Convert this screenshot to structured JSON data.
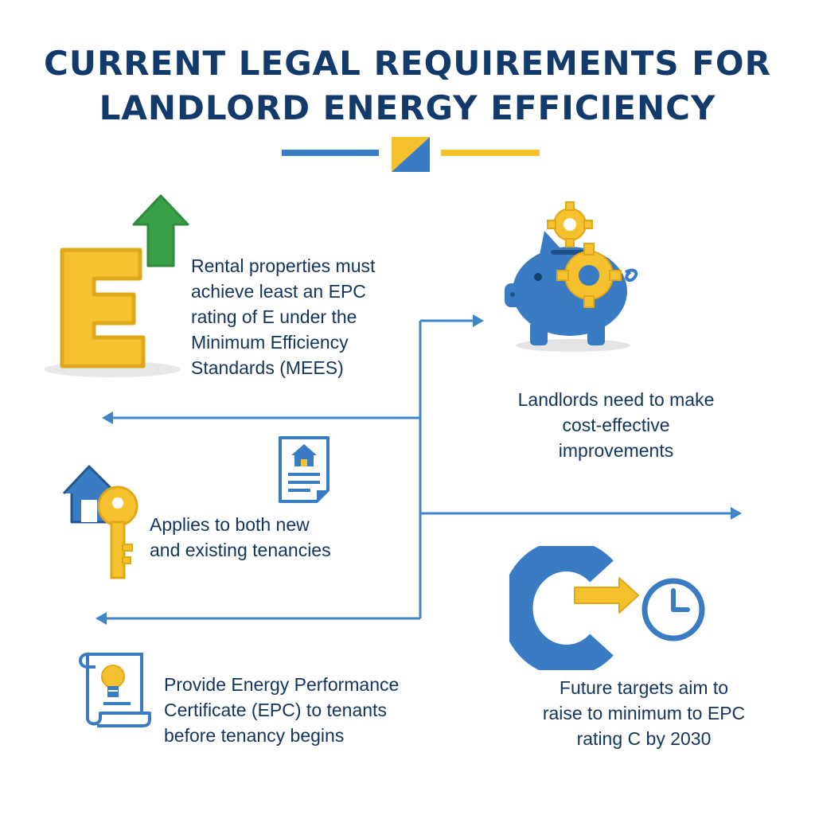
{
  "title": {
    "line1": "CURRENT LEGAL REQUIREMENTS FOR",
    "line2": "LANDLORD ENERGY EFFICIENCY"
  },
  "colors": {
    "navy": "#123a6b",
    "blue": "#3a7cc3",
    "yellow": "#f5c12e",
    "green": "#3aa047",
    "arrow_blue": "#3f86c8"
  },
  "items": [
    {
      "icon": "letter-e-up-arrow-icon",
      "lines": [
        "Rental properties must",
        "achieve least an EPC",
        "rating of E under the",
        "Minimum Efficiency",
        "Standards (MEES)"
      ]
    },
    {
      "icon": "piggy-bank-gears-icon",
      "lines": [
        "Landlords need to make",
        "cost-effective",
        "improvements"
      ]
    },
    {
      "icon": "house-key-icon",
      "lines": [
        "Applies to both new",
        "and existing tenancies"
      ]
    },
    {
      "icon": "letter-c-clock-icon",
      "lines": [
        "Future targets aim to",
        "raise to minimum to EPC",
        "rating C by 2030"
      ]
    },
    {
      "icon": "certificate-scroll-bulb-icon",
      "lines": [
        "Provide Energy Performance",
        "Certificate (EPC) to tenants",
        "before tenancy begins"
      ]
    }
  ],
  "extra_icons": [
    "house-document-icon",
    "divider-diamond-icon"
  ]
}
